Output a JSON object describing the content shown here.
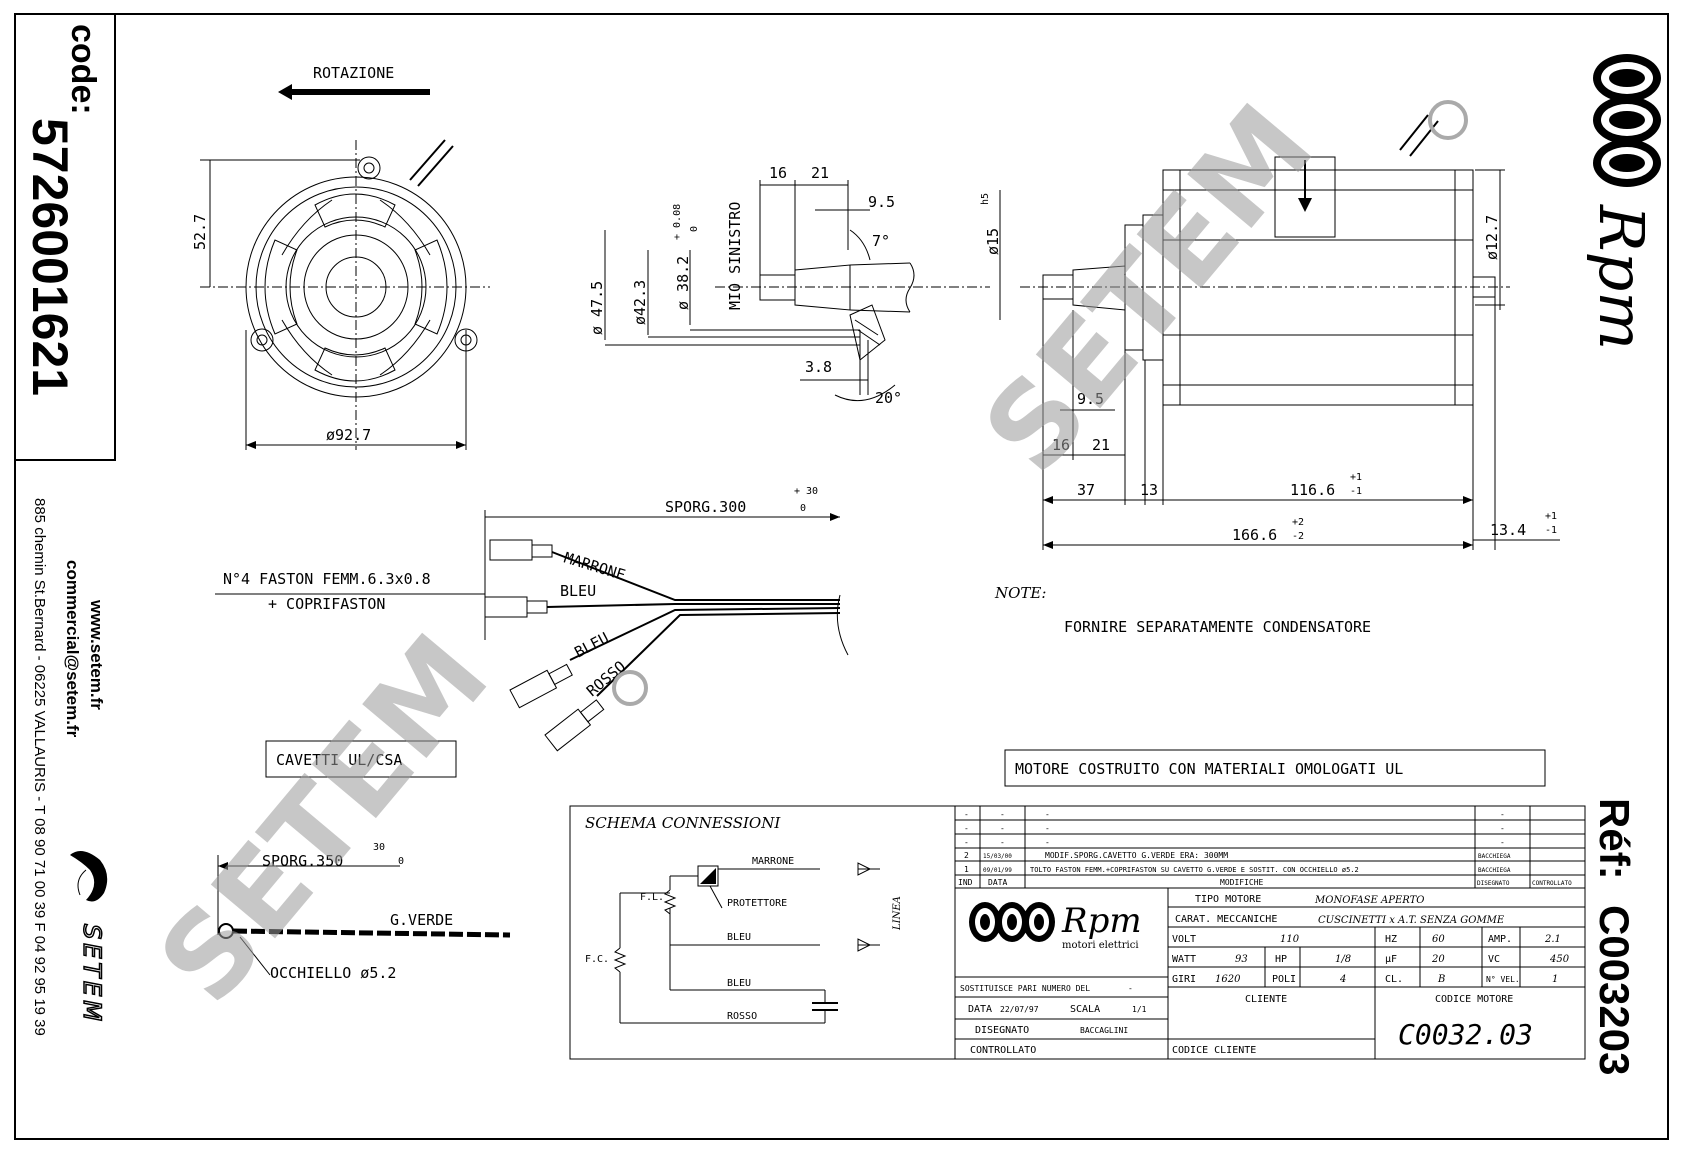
{
  "left_strip": {
    "code_label": "code:",
    "code_value": "5726001621",
    "website": "www.setem.fr",
    "email": "commercial@setem.fr",
    "address": "885 chemin St.Bernard - 06225 VALLAURIS - T 08 90 71 00 39  F 04 92 95 19 39",
    "brand": "SETEM"
  },
  "right_strip": {
    "logo_text": "Rpm",
    "ref_label": "Réf:",
    "ref_value": "C003203"
  },
  "watermark": "SETEM",
  "front_view": {
    "rotation_label": "ROTAZIONE",
    "height_dim": "52.7",
    "diameter_dim": "ø92.7"
  },
  "shaft_detail": {
    "dim_16": "16",
    "dim_21": "21",
    "dim_9_5": "9.5",
    "angle_7": "7°",
    "dia_47_5": "ø 47.5",
    "dia_42_3": "ø42.3",
    "dia_38_2": "ø 38.2",
    "tol_38_2_upper": "+ 0.08",
    "tol_38_2_lower": "0",
    "side_label": "MIO SINISTRO",
    "dia_15": "ø15",
    "dia_15_fit": "h5",
    "dim_3_8": "3.8",
    "angle_20": "20°"
  },
  "side_view": {
    "dia_12_7": "ø12.7",
    "dim_9_5": "9.5",
    "dim_16": "16",
    "dim_21": "21",
    "dim_37": "37",
    "dim_13": "13",
    "dim_116_6": "116.6",
    "tol_116_upper": "+1",
    "tol_116_lower": "-1",
    "dim_166_6": "166.6",
    "tol_166_upper": "+2",
    "tol_166_lower": "-2",
    "dim_13_4": "13.4",
    "tol_13_4_upper": "+1",
    "tol_13_4_lower": "-1"
  },
  "leads": {
    "sporg_300": "SPORG.300",
    "sporg_300_upper": "+ 30",
    "sporg_300_lower": "0",
    "faston_line1": "N°4 FASTON FEMM.6.3x0.8",
    "faston_line2": "+ COPRIFASTON",
    "marrone": "MARRONE",
    "bleu1": "BLEU",
    "bleu2": "BLEU",
    "rosso": "ROSSO",
    "cavetti_box": "CAVETTI UL/CSA",
    "sporg_350": "SPORG.350",
    "sporg_350_upper": "30",
    "sporg_350_lower": "0",
    "g_verde": "G.VERDE",
    "occhiello": "OCCHIELLO ø5.2"
  },
  "notes": {
    "note_title": "NOTE:",
    "note_text": "FORNIRE SEPARATAMENTE CONDENSATORE",
    "ul_box": "MOTORE COSTRUITO CON MATERIALI OMOLOGATI UL"
  },
  "schema": {
    "title": "SCHEMA CONNESSIONI",
    "marrone": "MARRONE",
    "protettore": "PROTETTORE",
    "fl": "F.L.",
    "fc": "F.C.",
    "bleu1": "BLEU",
    "bleu2": "BLEU",
    "rosso": "ROSSO",
    "linea": "LINEA"
  },
  "revisions": {
    "rows": [
      {
        "ind": "-",
        "data": "-",
        "desc": "-",
        "sign": "-"
      },
      {
        "ind": "-",
        "data": "-",
        "desc": "-",
        "sign": "-"
      },
      {
        "ind": "-",
        "data": "-",
        "desc": "-",
        "sign": "-"
      },
      {
        "ind": "2",
        "data": "15/03/00",
        "desc": "MODIF.SPORG.CAVETTO G.VERDE ERA: 300MM",
        "sign": "BACCHIEGA"
      },
      {
        "ind": "1",
        "data": "09/01/99",
        "desc": "TOLTO FASTON FEMM.+COPRIFASTON SU CAVETTO G.VERDE E SOSTIT. CON OCCHIELLO ø5.2",
        "sign": "BACCHIEGA"
      }
    ],
    "header_ind": "IND",
    "header_data": "DATA",
    "header_modifiche": "MODIFICHE",
    "header_disegnato": "DISEGNATO",
    "header_controllato": "CONTROLLATO"
  },
  "title_block": {
    "logo_rpm": "Rpm",
    "logo_sub": "motori elettrici",
    "tipo_label": "TIPO MOTORE",
    "tipo_value": "MONOFASE APERTO",
    "carat_label": "CARAT. MECCANICHE",
    "carat_value": "CUSCINETTI x A.T. SENZA GOMME",
    "volt_label": "VOLT",
    "volt_value": "110",
    "hz_label": "HZ",
    "hz_value": "60",
    "amp_label": "AMP.",
    "amp_value": "2.1",
    "watt_label": "WATT",
    "watt_value": "93",
    "hp_label": "HP",
    "hp_value": "1/8",
    "uf_label": "µF",
    "uf_value": "20",
    "vc_label": "VC",
    "vc_value": "450",
    "giri_label": "GIRI",
    "giri_value": "1620",
    "poli_label": "POLI",
    "poli_value": "4",
    "cl_label": "CL.",
    "cl_value": "B",
    "nvel_label": "N° VEL.",
    "nvel_value": "1",
    "sostituisce": "SOSTITUISCE PARI NUMERO DEL",
    "sostituisce_value": "-",
    "data_label": "DATA",
    "data_value": "22/07/97",
    "scala_label": "SCALA",
    "scala_value": "1/1",
    "disegnato_label": "DISEGNATO",
    "disegnato_value": "BACCAGLINI",
    "controllato_label": "CONTROLLATO",
    "cliente_label": "CLIENTE",
    "codice_cliente_label": "CODICE CLIENTE",
    "codice_motore_label": "CODICE MOTORE",
    "codice_motore_value": "C0032.03"
  }
}
